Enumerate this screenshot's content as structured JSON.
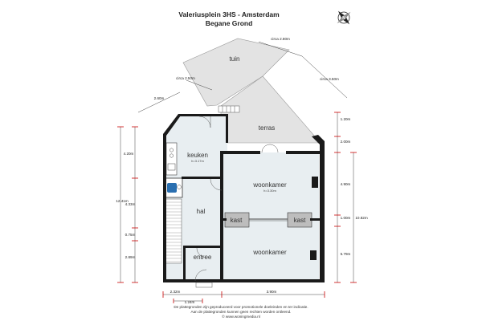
{
  "header": {
    "title": "Valeriusplein 3HS - Amsterdam",
    "subtitle": "Begane Grond"
  },
  "compass": {
    "label": "N",
    "icon": "compass-north-icon"
  },
  "rooms": {
    "tuin": "tuin",
    "terras": "terras",
    "keuken": "keuken",
    "keuken_height": "h=3.17m",
    "woonkamer_front": "woonkamer",
    "woonkamer_front_height": "h=3.30m",
    "woonkamer_back": "woonkamer",
    "hal": "hal",
    "entree": "entree",
    "kast_left": "kast",
    "kast_right": "kast"
  },
  "dimensions": {
    "circa_2_80": "circa 2.80m",
    "circa_2_50": "circa 2.50m",
    "circa_3_50": "circa 3.50m",
    "d_2_60": "2.60m",
    "d_1_20": "1.20m",
    "d_2_00": "2.00m",
    "d_4_90": "4.90m",
    "d_1_00": "1.00m",
    "d_10_82": "10.82m",
    "d_5_79": "5.79m",
    "d_4_20": "4.20m",
    "d_12_41": "12.41m",
    "d_4_33": "4.33m",
    "d_0_75": "0.75m",
    "d_2_89": "2.89m",
    "d_2_32": "2.32m",
    "d_1_24": "1.24m",
    "d_3_90": "3.90m"
  },
  "footer": {
    "line1": "De plattegronden zijn geproduceerd voor promotionele doeleinden en ter indicatie.",
    "line2": "Aan de plattegronden kunnen geen rechten worden ontleend.",
    "line3": "© www.woningmedia.nl"
  },
  "colors": {
    "wall": "#1a1a1a",
    "floor": "#e8eef1",
    "exterior": "#e3e3e3",
    "dimension_tick": "#cc0000",
    "appliance": "#2a6fb0"
  }
}
